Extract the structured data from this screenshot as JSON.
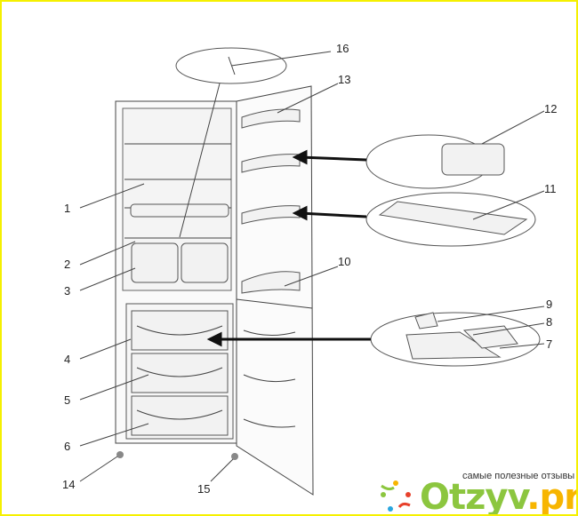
{
  "labels": {
    "l1": "1",
    "l2": "2",
    "l3": "3",
    "l4": "4",
    "l5": "5",
    "l6": "6",
    "l7": "7",
    "l8": "8",
    "l9": "9",
    "l10": "10",
    "l11": "11",
    "l12": "12",
    "l13": "13",
    "l14": "14",
    "l15": "15",
    "l16": "16"
  },
  "watermark": {
    "tagline": "самые полезные отзывы",
    "brand_main": "Otzyv",
    "brand_suffix": ".pro"
  },
  "colors": {
    "brand_green": "#8cc63f",
    "brand_orange": "#f7b500",
    "border": "#f5f000"
  }
}
